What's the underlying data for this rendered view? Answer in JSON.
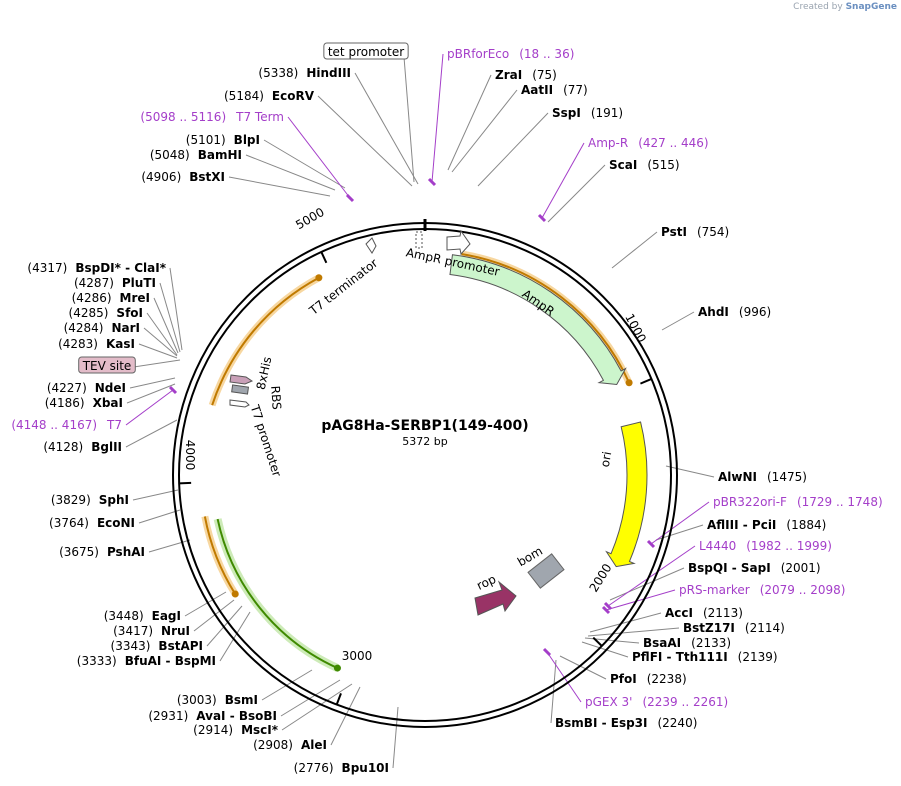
{
  "credit": {
    "prefix": "Created by",
    "brand": "SnapGene"
  },
  "plasmid": {
    "name": "pAG8Ha-SERBP1(149-400)",
    "size": "5372 bp",
    "length": 5372
  },
  "ticks": [
    {
      "pos": 1000,
      "label": "1000"
    },
    {
      "pos": 2000,
      "label": "2000"
    },
    {
      "pos": 3000,
      "label": "3000"
    },
    {
      "pos": 4000,
      "label": "4000"
    },
    {
      "pos": 5000,
      "label": "5000"
    }
  ],
  "features": [
    {
      "name": "AmpR promoter",
      "start": 5372,
      "end": 105,
      "color": "#ffffff",
      "type": "arrow",
      "label": "AmpR promoter"
    },
    {
      "name": "AmpR",
      "start": 106,
      "end": 966,
      "color": "#ccf5cc",
      "type": "arrow",
      "label": "AmpR"
    },
    {
      "name": "ori",
      "start": 1137,
      "end": 1725,
      "color": "#ffff00",
      "type": "arrow",
      "label": "ori"
    },
    {
      "name": "bom",
      "label": "bom",
      "color": "#a0a6ae",
      "type": "box"
    },
    {
      "name": "rop",
      "label": "rop",
      "color": "#993366",
      "type": "fatarrow"
    },
    {
      "name": "T7 terminator",
      "label": "T7 terminator",
      "color": "#ffffff",
      "type": "small"
    },
    {
      "name": "8xHis",
      "label": "8xHis",
      "color": "#c9a0b8",
      "type": "small"
    },
    {
      "name": "RBS",
      "label": "RBS",
      "color": "#ffffff",
      "type": "small"
    },
    {
      "name": "T7 promoter",
      "label": "T7 promoter",
      "color": "#ffffff",
      "type": "small"
    }
  ],
  "orange_arcs": [
    {
      "start": 140,
      "end": 980,
      "dir": "cw"
    },
    {
      "start": 4300,
      "end": 4950,
      "dir": "cw"
    },
    {
      "start": 3550,
      "end": 3870,
      "dir": "ccw"
    }
  ],
  "green_arc": {
    "start": 3050,
    "end": 3850,
    "dir": "ccw"
  },
  "sites": [
    {
      "name": "HindIII",
      "pos": "(5338)",
      "side": "left"
    },
    {
      "name": "EcoRV",
      "pos": "(5184)",
      "side": "left"
    },
    {
      "name": "BlpI",
      "pos": "(5101)",
      "side": "left"
    },
    {
      "name": "BamHI",
      "pos": "(5048)",
      "side": "left"
    },
    {
      "name": "BstXI",
      "pos": "(4906)",
      "side": "left"
    },
    {
      "name": "BspDI* - ClaI*",
      "pos": "(4317)",
      "side": "left"
    },
    {
      "name": "PluTI",
      "pos": "(4287)",
      "side": "left"
    },
    {
      "name": "MreI",
      "pos": "(4286)",
      "side": "left"
    },
    {
      "name": "SfoI",
      "pos": "(4285)",
      "side": "left"
    },
    {
      "name": "NarI",
      "pos": "(4284)",
      "side": "left"
    },
    {
      "name": "KasI",
      "pos": "(4283)",
      "side": "left"
    },
    {
      "name": "NdeI",
      "pos": "(4227)",
      "side": "left"
    },
    {
      "name": "XbaI",
      "pos": "(4186)",
      "side": "left"
    },
    {
      "name": "BglII",
      "pos": "(4128)",
      "side": "left"
    },
    {
      "name": "SphI",
      "pos": "(3829)",
      "side": "left"
    },
    {
      "name": "EcoNI",
      "pos": "(3764)",
      "side": "left"
    },
    {
      "name": "PshAI",
      "pos": "(3675)",
      "side": "left"
    },
    {
      "name": "EagI",
      "pos": "(3448)",
      "side": "left"
    },
    {
      "name": "NruI",
      "pos": "(3417)",
      "side": "left"
    },
    {
      "name": "BstAPI",
      "pos": "(3343)",
      "side": "left"
    },
    {
      "name": "BfuAI - BspMI",
      "pos": "(3333)",
      "side": "left"
    },
    {
      "name": "BsmI",
      "pos": "(3003)",
      "side": "left"
    },
    {
      "name": "AvaI - BsoBI",
      "pos": "(2931)",
      "side": "left"
    },
    {
      "name": "MscI*",
      "pos": "(2914)",
      "side": "left"
    },
    {
      "name": "AleI",
      "pos": "(2908)",
      "side": "left"
    },
    {
      "name": "Bpu10I",
      "pos": "(2776)",
      "side": "left"
    },
    {
      "name": "ZraI",
      "pos": "(75)",
      "side": "right"
    },
    {
      "name": "AatII",
      "pos": "(77)",
      "side": "right"
    },
    {
      "name": "SspI",
      "pos": "(191)",
      "side": "right"
    },
    {
      "name": "ScaI",
      "pos": "(515)",
      "side": "right"
    },
    {
      "name": "PstI",
      "pos": "(754)",
      "side": "right"
    },
    {
      "name": "AhdI",
      "pos": "(996)",
      "side": "right"
    },
    {
      "name": "AlwNI",
      "pos": "(1475)",
      "side": "right"
    },
    {
      "name": "AflIII - PciI",
      "pos": "(1884)",
      "side": "right"
    },
    {
      "name": "BspQI - SapI",
      "pos": "(2001)",
      "side": "right"
    },
    {
      "name": "AccI",
      "pos": "(2113)",
      "side": "right"
    },
    {
      "name": "BstZ17I",
      "pos": "(2114)",
      "side": "right"
    },
    {
      "name": "BsaAI",
      "pos": "(2133)",
      "side": "right"
    },
    {
      "name": "PflFI - Tth111I",
      "pos": "(2139)",
      "side": "right"
    },
    {
      "name": "PfoI",
      "pos": "(2238)",
      "side": "right"
    },
    {
      "name": "BsmBI - Esp3I",
      "pos": "(2240)",
      "side": "right"
    }
  ],
  "primers": [
    {
      "name": "pBRforEco",
      "range": "(18 .. 36)"
    },
    {
      "name": "Amp-R",
      "range": "(427 .. 446)"
    },
    {
      "name": "T7 Term",
      "range": "(5098 .. 5116)"
    },
    {
      "name": "T7",
      "range": "(4148 .. 4167)"
    },
    {
      "name": "pBR322ori-F",
      "range": "(1729 .. 1748)"
    },
    {
      "name": "L4440",
      "range": "(1982 .. 1999)"
    },
    {
      "name": "pRS-marker",
      "range": "(2079 .. 2098)"
    },
    {
      "name": "pGEX 3'",
      "range": "(2239 .. 2261)"
    }
  ],
  "boxed_labels": [
    {
      "name": "tet promoter",
      "fill": "#ffffff"
    },
    {
      "name": "TEV site",
      "fill": "#e3bcc9"
    }
  ]
}
